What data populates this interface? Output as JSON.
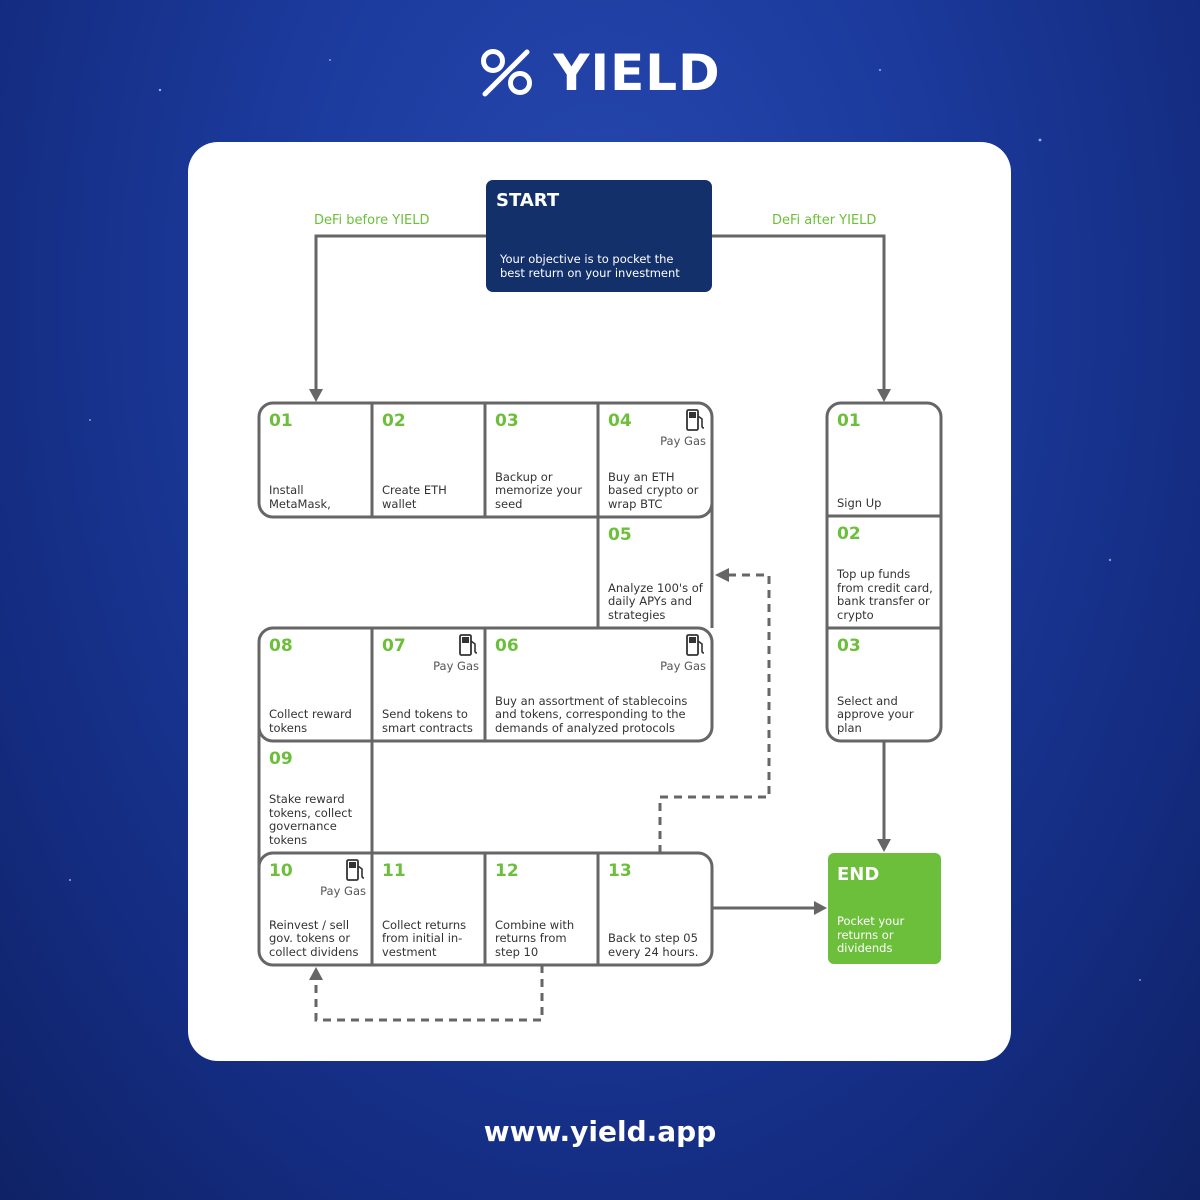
{
  "brand": {
    "name": "YIELD",
    "icon": "percent-logo-icon"
  },
  "footer": {
    "url": "www.yield.app"
  },
  "start": {
    "title": "START",
    "description": "Your objective is to pocket the best return on your investment"
  },
  "branches": {
    "left": "DeFi before YIELD",
    "right": "DeFi after YIELD"
  },
  "end": {
    "title": "END",
    "description": "Pocket your returns or dividends"
  },
  "pay_gas_label": "Pay Gas",
  "before_steps": [
    {
      "num": "01",
      "text": "Install MetaMask,",
      "gas": false
    },
    {
      "num": "02",
      "text": "Create ETH wallet",
      "gas": false
    },
    {
      "num": "03",
      "text": "Backup or memorize your seed",
      "gas": false
    },
    {
      "num": "04",
      "text": "Buy an ETH based crypto or wrap BTC",
      "gas": true
    },
    {
      "num": "05",
      "text": "Analyze 100's of daily APYs and strategies",
      "gas": false
    },
    {
      "num": "06",
      "text": "Buy an assortment of stablecoins and tokens, corresponding to the demands of analyzed protocols",
      "gas": true
    },
    {
      "num": "07",
      "text": "Send tokens to smart contracts",
      "gas": true
    },
    {
      "num": "08",
      "text": "Collect reward tokens",
      "gas": false
    },
    {
      "num": "09",
      "text": "Stake reward tokens, collect governance tokens",
      "gas": false
    },
    {
      "num": "10",
      "text": "Reinvest / sell gov. tokens or collect dividens",
      "gas": true
    },
    {
      "num": "11",
      "text": "Collect returns from initial in-vestment",
      "gas": false
    },
    {
      "num": "12",
      "text": "Combine with returns from step 10",
      "gas": false
    },
    {
      "num": "13",
      "text": "Back to step 05 every 24 hours.",
      "gas": false
    }
  ],
  "after_steps": [
    {
      "num": "01",
      "text": "Sign Up"
    },
    {
      "num": "02",
      "text": "Top up funds from credit card, bank transfer or crypto"
    },
    {
      "num": "03",
      "text": "Select and approve your plan"
    }
  ],
  "colors": {
    "background": "#1b3a9c",
    "card": "#ffffff",
    "start": "#13306a",
    "accent": "#6cbf3a",
    "line": "#666666"
  }
}
